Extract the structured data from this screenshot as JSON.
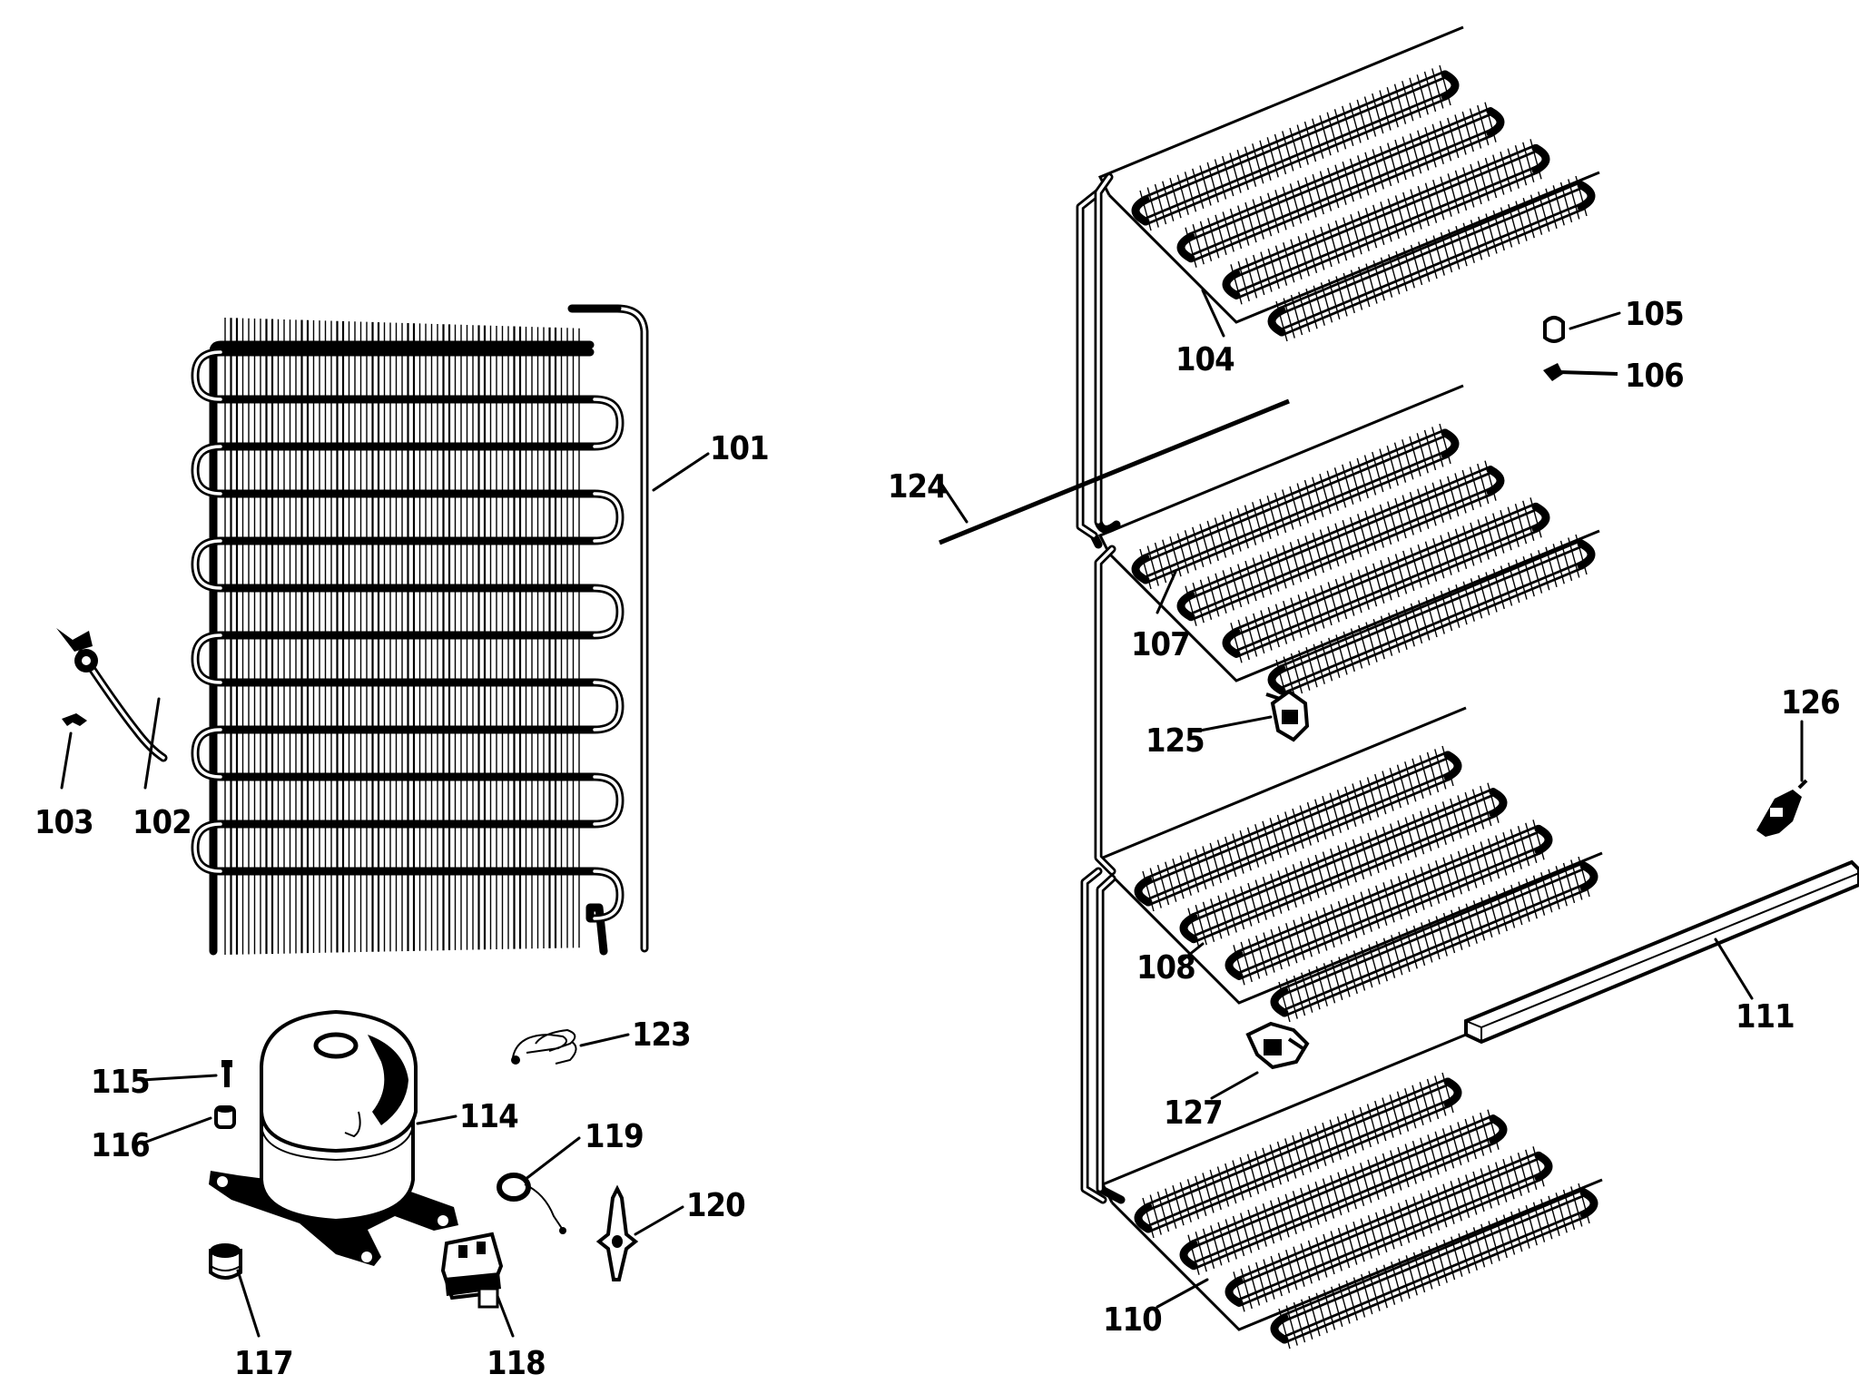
{
  "labels": {
    "p101": "101",
    "p102": "102",
    "p103": "103",
    "p104": "104",
    "p105": "105",
    "p106": "106",
    "p107": "107",
    "p108": "108",
    "p110": "110",
    "p111": "111",
    "p114": "114",
    "p115": "115",
    "p116": "116",
    "p117": "117",
    "p118": "118",
    "p119": "119",
    "p120": "120",
    "p123": "123",
    "p124": "124",
    "p125": "125",
    "p126": "126",
    "p127": "127"
  },
  "colors": {
    "ink": "#000000",
    "paper": "#ffffff"
  }
}
